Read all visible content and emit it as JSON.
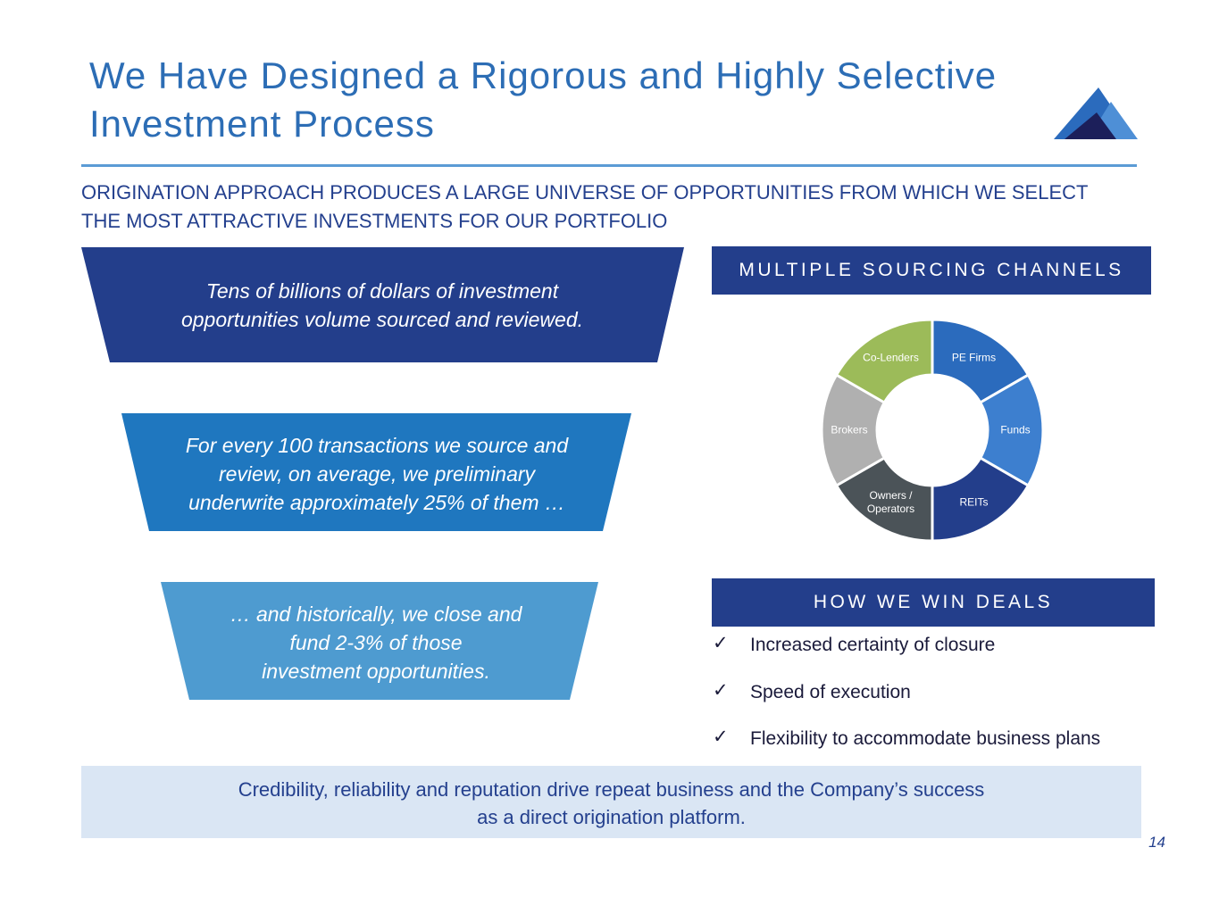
{
  "title": "We Have Designed a Rigorous and Highly Selective\nInvestment Process",
  "subtitle": "ORIGINATION APPROACH PRODUCES A LARGE UNIVERSE OF OPPORTUNITIES FROM WHICH WE SELECT\nTHE MOST ATTRACTIVE INVESTMENTS FOR OUR PORTFOLIO",
  "funnel": [
    {
      "text": "Tens of billions of dollars of investment\nopportunities volume sourced and reviewed.",
      "color": "#233e8b"
    },
    {
      "text": "For every 100 transactions we source and\nreview, on average, we preliminary\nunderwrite approximately 25% of them …",
      "color": "#1f77bf"
    },
    {
      "text": "… and historically, we close and\nfund 2-3% of those\ninvestment opportunities.",
      "color": "#4e9bd0"
    }
  ],
  "sourcing": {
    "heading": "MULTIPLE SOURCING CHANNELS"
  },
  "chart_data": {
    "type": "pie",
    "style": "donut",
    "categories": [
      "PE Firms",
      "Funds",
      "REITs",
      "Owners / Operators",
      "Brokers",
      "Co-Lenders"
    ],
    "values": [
      1,
      1,
      1,
      1,
      1,
      1
    ],
    "colors": [
      "#2b6bbd",
      "#3d7fcf",
      "#233e8b",
      "#4b5358",
      "#b0b0b0",
      "#9cbb59"
    ],
    "label_colors": [
      "#ffffff",
      "#ffffff",
      "#ffffff",
      "#ffffff",
      "#ffffff",
      "#ffffff"
    ]
  },
  "win": {
    "heading": "HOW WE WIN DEALS",
    "check_glyph": "✓",
    "items": [
      "Increased certainty of closure",
      "Speed of execution",
      "Flexibility to accommodate business plans"
    ]
  },
  "footer": "Credibility, reliability and reputation drive repeat business and the Company’s success\nas a direct origination platform.",
  "page_number": "14",
  "logo_icon": "mountain-logo-icon",
  "colors": {
    "title": "#2c6db5",
    "navy": "#233e8b",
    "rule": "#5b9bd5",
    "footer_bg": "#dae6f4"
  }
}
